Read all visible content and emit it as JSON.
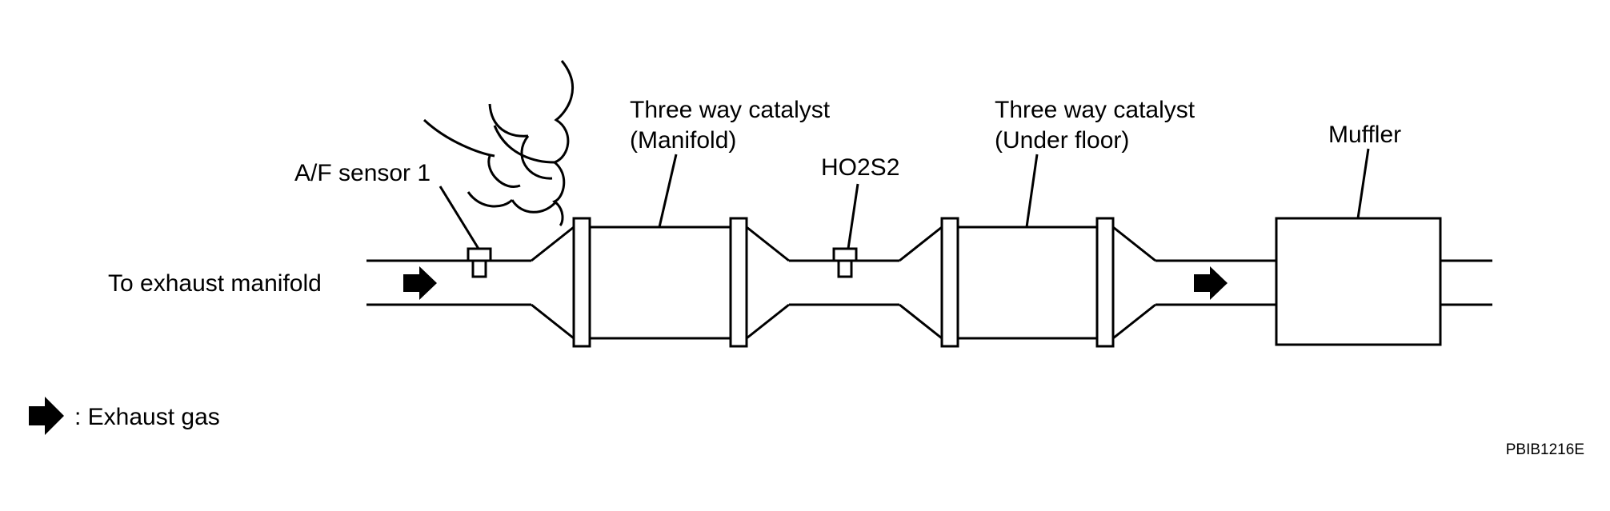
{
  "diagram": {
    "labels": {
      "af_sensor": "A/F sensor 1",
      "to_exhaust_manifold": "To exhaust manifold",
      "catalyst_manifold_line1": "Three way catalyst",
      "catalyst_manifold_line2": "(Manifold)",
      "ho2s2": "HO2S2",
      "catalyst_underfloor_line1": "Three way catalyst",
      "catalyst_underfloor_line2": "(Under floor)",
      "muffler": "Muffler"
    },
    "legend": {
      "text": ": Exhaust gas",
      "icon": "right-arrow-icon"
    },
    "figure_code": "PBIB1216E",
    "colors": {
      "line": "#000000",
      "background": "#ffffff"
    }
  }
}
